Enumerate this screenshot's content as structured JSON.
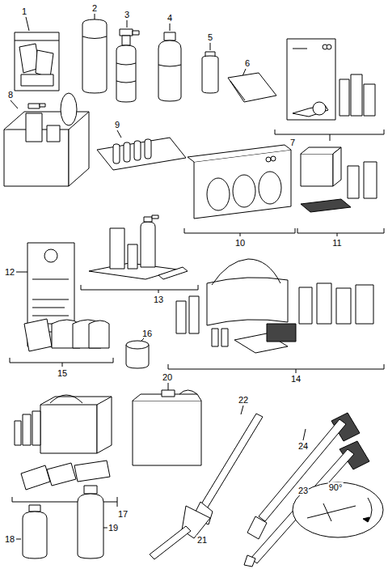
{
  "diagram": {
    "labels": [
      "1",
      "2",
      "3",
      "4",
      "5",
      "6",
      "8",
      "7",
      "9",
      "10",
      "11",
      "12",
      "13",
      "16",
      "15",
      "14",
      "20",
      "22",
      "24",
      "23",
      "17",
      "19",
      "18",
      "21",
      "90°"
    ]
  }
}
